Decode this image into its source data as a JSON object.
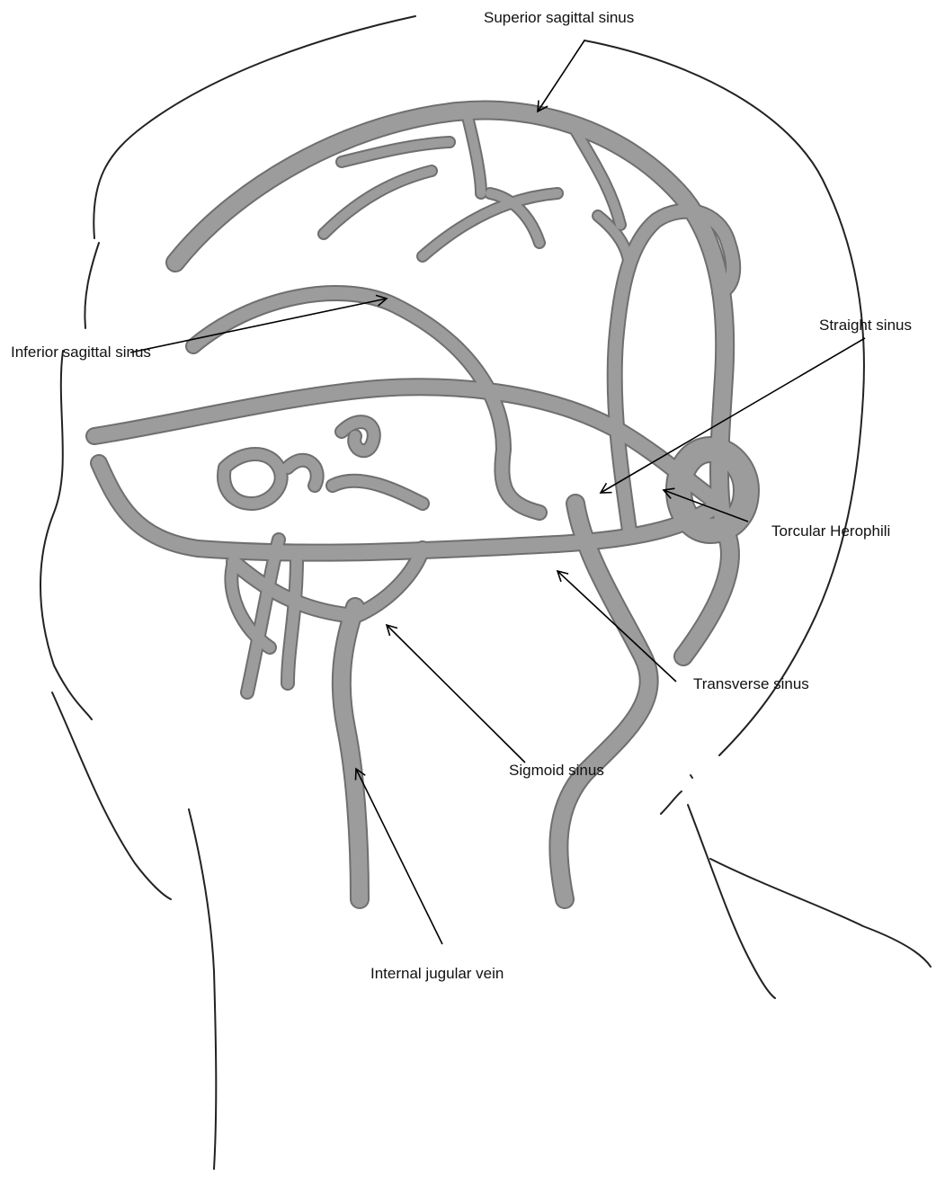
{
  "labels": {
    "superior_sagittal_sinus": "Superior sagittal sinus",
    "inferior_sagittal_sinus": "Inferior sagittal sinus",
    "straight_sinus": "Straight sinus",
    "torcular_herophili": "Torcular Herophili",
    "transverse_sinus": "Transverse sinus",
    "sigmoid_sinus": "Sigmoid sinus",
    "internal_jugular_vein": "Internal jugular vein"
  },
  "colors": {
    "vessel_fill": "#9c9c9c",
    "vessel_edge": "#6f6f6f",
    "outline": "#222222",
    "text": "#111111"
  }
}
